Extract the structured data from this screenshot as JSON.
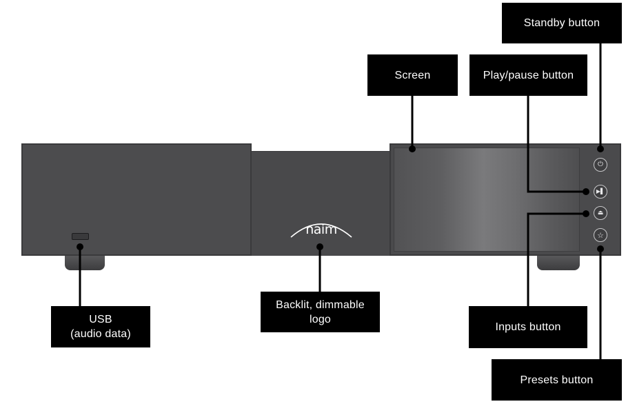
{
  "labels": {
    "standby": "Standby button",
    "screen": "Screen",
    "play_pause": "Play/pause button",
    "usb_line1": "USB",
    "usb_line2": "(audio data)",
    "logo_line1": "Backlit, dimmable",
    "logo_line2": "logo",
    "inputs": "Inputs button",
    "presets": "Presets button"
  },
  "device": {
    "logo_text": "naim"
  },
  "icons": {
    "standby": "power-icon",
    "play_pause": "play-pause-icon",
    "inputs": "inputs-icon",
    "presets": "star-icon"
  },
  "colors": {
    "label_bg": "#000000",
    "label_text": "#ffffff",
    "device_body": "#4c4c4e",
    "leader_line": "#000000"
  }
}
